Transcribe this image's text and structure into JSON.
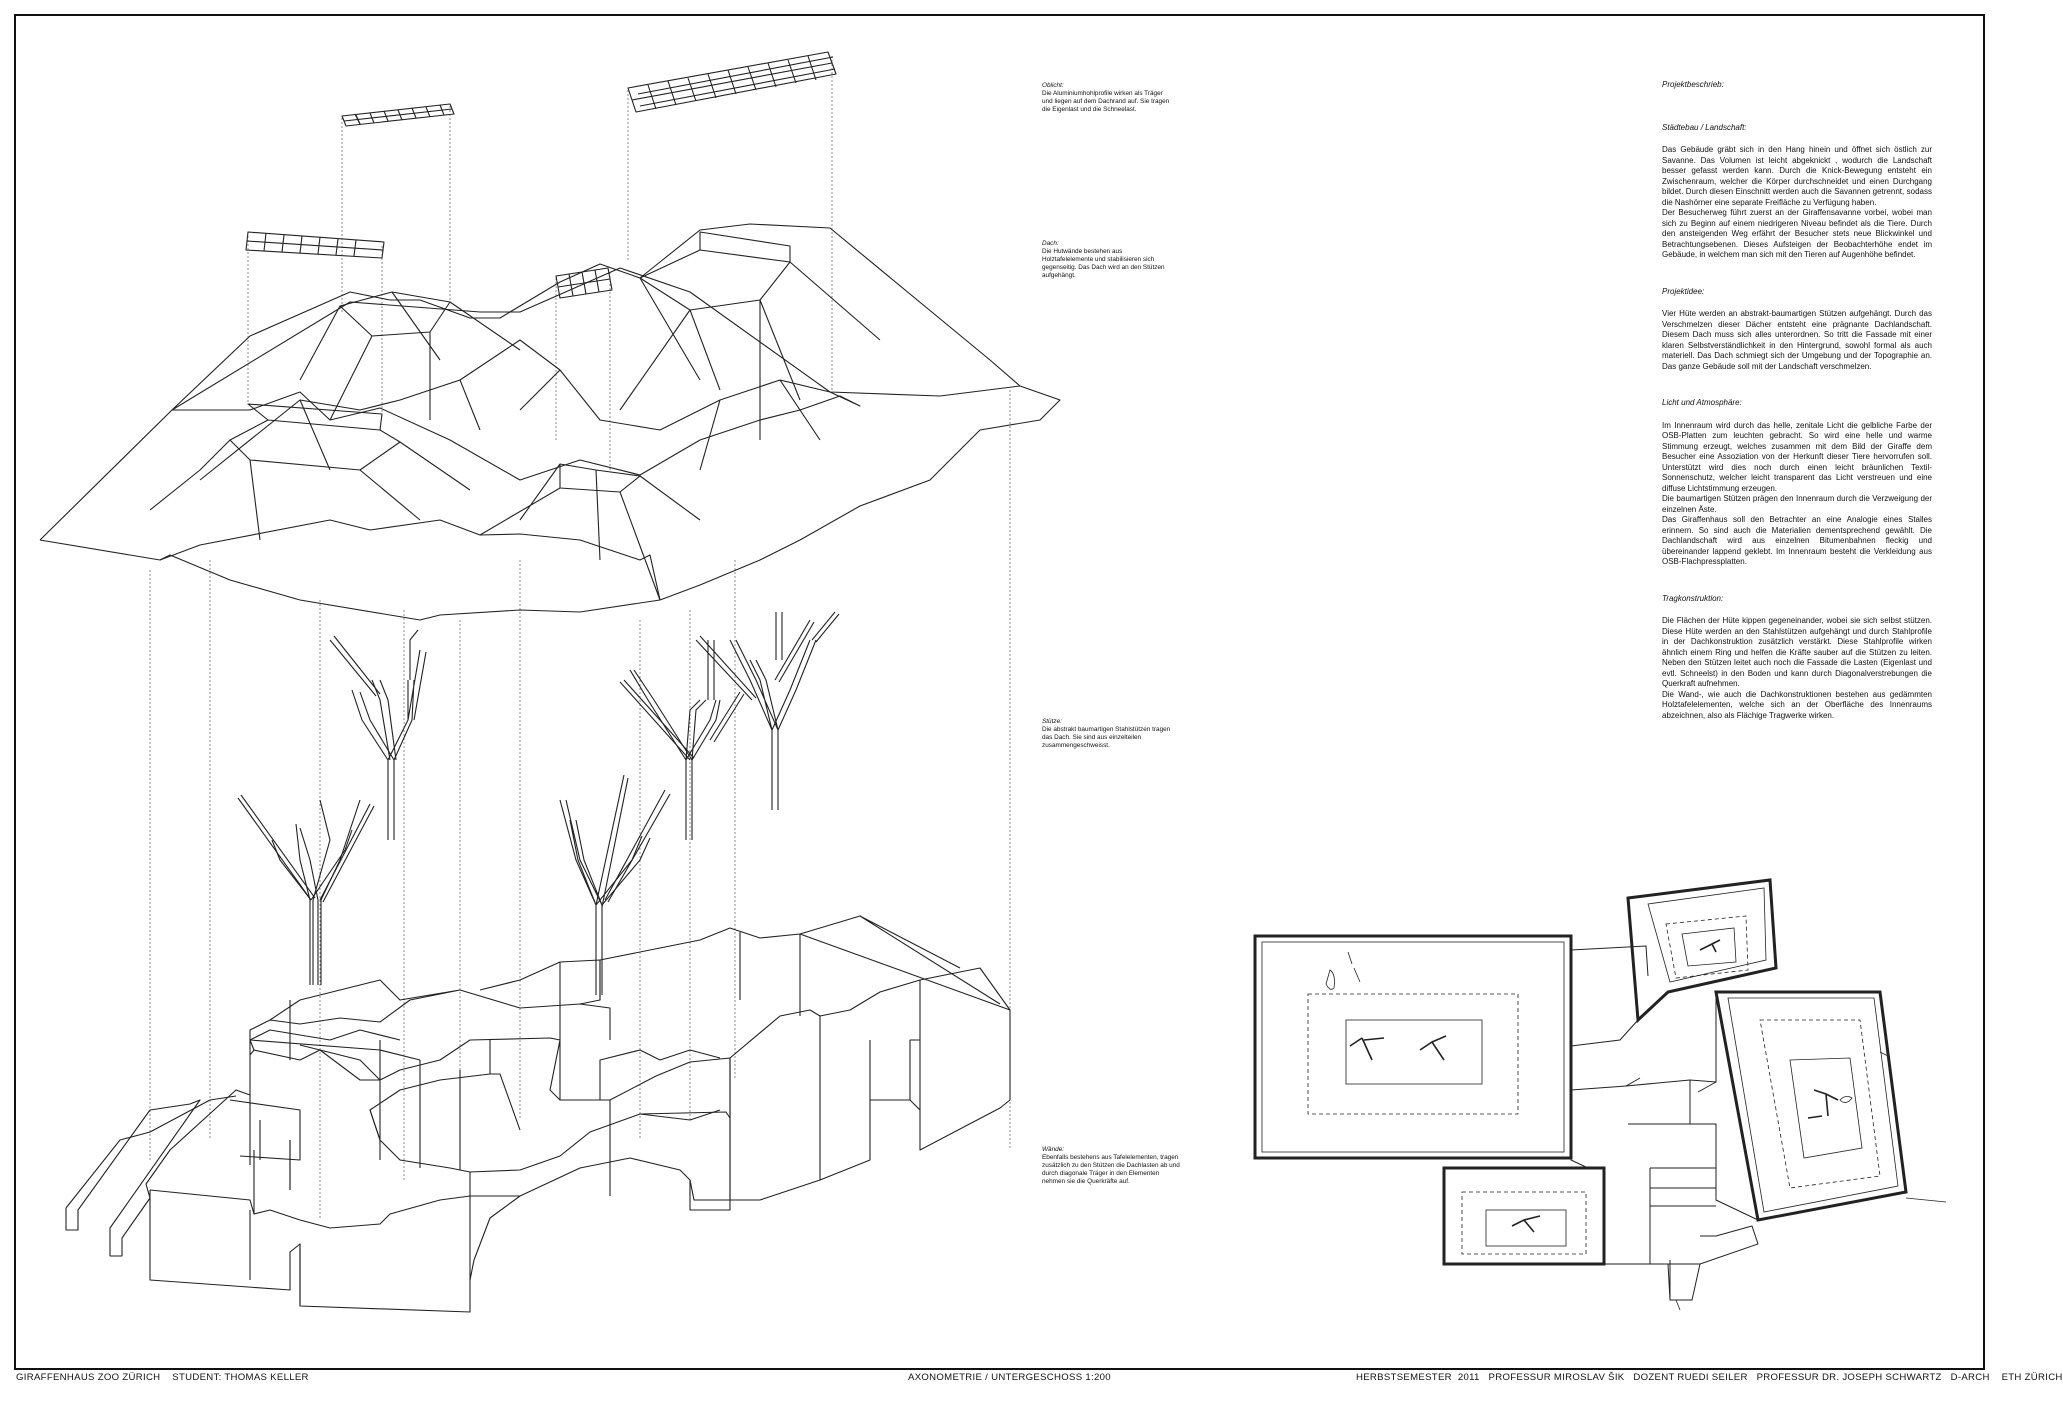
{
  "annotations": {
    "oblichte": {
      "title": "Oblicht:",
      "text": "Die Aluminiumhohlprofile wirken als Träger und liegen auf dem Dachrand auf. Sie tragen die Eigenlast und die Schneelast."
    },
    "dach": {
      "title": "Dach:",
      "text": "Die Hutwände bestehen aus Holztafelelemente und stabilisieren sich gegenseitig. Das Dach wird an den Stützen aufgehängt."
    },
    "stuetze": {
      "title": "Stütze:",
      "text": "Die abstrakt baumartigen Stahlstützen tragen das Dach. Sie sind aus einzelteilen zusammengeschweisst."
    },
    "waende": {
      "title": "Wände:",
      "text": "Ebenfalls bestehens aus Tafelelementen, tragen zusätzlich zu den Stützen die Dachlasten ab und durch diagonale Träger in den Elementen nehmen sie die Querkräfte auf."
    }
  },
  "description": {
    "heading": "Projektbeschrieb:",
    "sections": [
      {
        "title": "Städtebau / Landschaft:",
        "text": "Das Gebäude gräbt sich in den Hang hinein und öffnet sich östlich zur Savanne. Das Volumen ist leicht abgeknickt , wodurch die Landschaft besser gefasst werden kann. Durch die Knick-Bewegung entsteht ein Zwischenraum, welcher die Körper durchschneidet und einen Durchgang bildet. Durch diesen Einschnitt werden auch die Savannen getrennt, sodass die Nashörner eine separate Freifläche zu Verfügung haben.\nDer Besucherweg führt zuerst an der Giraffensavanne vorbei, wobei man sich zu Beginn auf einem niedrigeren Niveau  befindet als die Tiere. Durch den ansteigenden Weg erfährt der Besucher stets neue Blickwinkel und Betrachtungsebenen. Dieses Aufsteigen der Beobachterhöhe endet im Gebäude, in welchem man sich mit den Tieren auf Augenhöhe befindet."
      },
      {
        "title": "Projektidee:",
        "text": "Vier Hüte werden an abstrakt-baumartigen Stützen aufgehängt. Durch das Verschmelzen dieser Dächer entsteht eine prägnante Dachlandschaft. Diesem Dach muss sich alles unterordnen. So tritt die Fassade mit einer klaren Selbstverständlichkeit in den Hintergrund, sowohl formal als auch materiell. Das Dach schmiegt sich der Umgebung und der Topographie an. Das ganze Gebäude soll mit der Landschaft verschmelzen."
      },
      {
        "title": "Licht und Atmosphäre:",
        "text": "Im Innenraum wird durch das helle, zenitale Licht die gelbliche Farbe der OSB-Platten zum leuchten gebracht. So wird eine helle und warme Stimmung erzeugt, welches zusammen mit dem Bild der Giraffe dem Besucher eine Assoziation von der Herkunft dieser Tiere hervorrufen soll. Unterstützt wird dies noch durch einen leicht bräunlichen Textil-Sonnenschutz, welcher leicht transparent das Licht verstreuen und eine diffuse Lichtstimmung erzeugen.\nDie baumartigen Stützen prägen den Innenraum durch die Verzweigung der einzelnen Äste.\nDas Giraffenhaus soll den Betrachter an eine Analogie eines Stalles erinnern. So sind auch die Materialien dementsprechend gewählt. Die Dachlandschaft wird aus einzelnen Bitumenbahnen fleckig und übereinander lappend geklebt. Im Innenraum besteht die Verkleidung aus OSB-Flachpressplatten."
      },
      {
        "title": "Tragkonstruktion:",
        "text": "Die Flächen der Hüte kippen gegeneinander, wobei sie sich selbst stützen. Diese Hüte werden an den Stahlstützen aufgehängt und durch Stahlprofile in der Dachkonstruktion zusätzlich verstärkt. Diese Stahlprofile wirken ähnlich einem Ring und helfen die Kräfte sauber auf die Stützen zu leiten. Neben den Stützen leitet auch noch die Fassade die Lasten (Eigenlast und evtl. Schneelst) in den Boden und kann durch Diagonalverstrebungen die Querkraft aufnehmen.\nDie Wand-, wie auch die Dachkonstruktionen bestehen aus gedämmten Holztafelelementen, welche sich an der Oberfläche des Innenraums abzeichnen, also als Flächige Tragwerke wirken."
      }
    ]
  },
  "footer": {
    "left": "GIRAFFENHAUS ZOO ZÜRICH    STUDENT: THOMAS KELLER",
    "center": "AXONOMETRIE / UNTERGESCHOSS 1:200",
    "right": "HERBSTSEMESTER  2011   PROFESSUR MIROSLAV ŠIK   DOZENT RUEDI SEILER   PROFESSUR DR. JOSEPH SCHWARTZ   D-ARCH    ETH ZÜRICH"
  }
}
